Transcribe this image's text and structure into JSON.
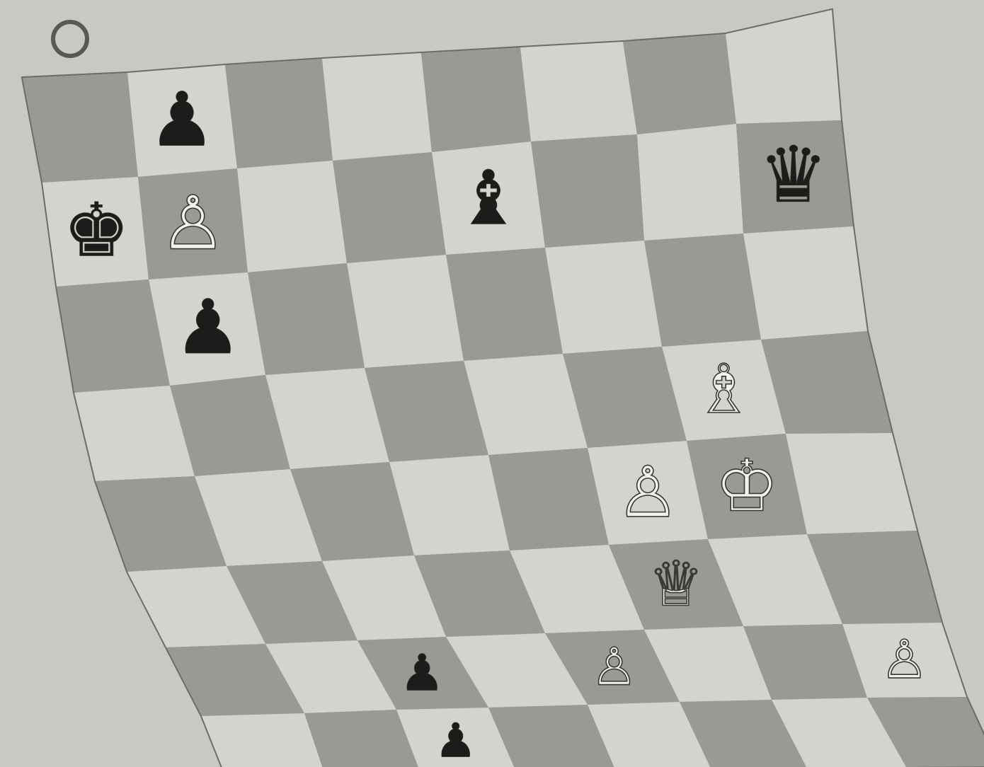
{
  "board": {
    "files": [
      "a",
      "b",
      "c",
      "d",
      "e",
      "f",
      "g",
      "h"
    ],
    "colors": {
      "light": "#d4d3ce",
      "dark": "#9a9994",
      "frame": "#6d6c68"
    },
    "pieces": [
      {
        "square": "b8",
        "color": "black",
        "type": "pawn"
      },
      {
        "square": "h7",
        "color": "black",
        "type": "queen"
      },
      {
        "square": "a7",
        "color": "black",
        "type": "king"
      },
      {
        "square": "b7",
        "color": "white",
        "type": "pawn"
      },
      {
        "square": "e7",
        "color": "black",
        "type": "bishop"
      },
      {
        "square": "b6",
        "color": "black",
        "type": "pawn"
      },
      {
        "square": "g5",
        "color": "white",
        "type": "bishop"
      },
      {
        "square": "f4",
        "color": "white",
        "type": "pawn"
      },
      {
        "square": "g4",
        "color": "white",
        "type": "king"
      },
      {
        "square": "f3",
        "color": "white",
        "type": "queen"
      },
      {
        "square": "c2",
        "color": "black",
        "type": "pawn"
      },
      {
        "square": "e2",
        "color": "white",
        "type": "pawn"
      },
      {
        "square": "h2",
        "color": "white",
        "type": "pawn"
      },
      {
        "square": "c1",
        "color": "black",
        "type": "pawn"
      }
    ]
  },
  "glyphs": {
    "white": {
      "king": "♔",
      "queen": "♕",
      "rook": "♖",
      "bishop": "♗",
      "knight": "♘",
      "pawn": "♙"
    },
    "black": {
      "king": "♚",
      "queen": "♛",
      "rook": "♜",
      "bishop": "♝",
      "knight": "♞",
      "pawn": "♟"
    }
  },
  "radio_option": {
    "icon": "radio-circle-icon",
    "selected": false
  }
}
